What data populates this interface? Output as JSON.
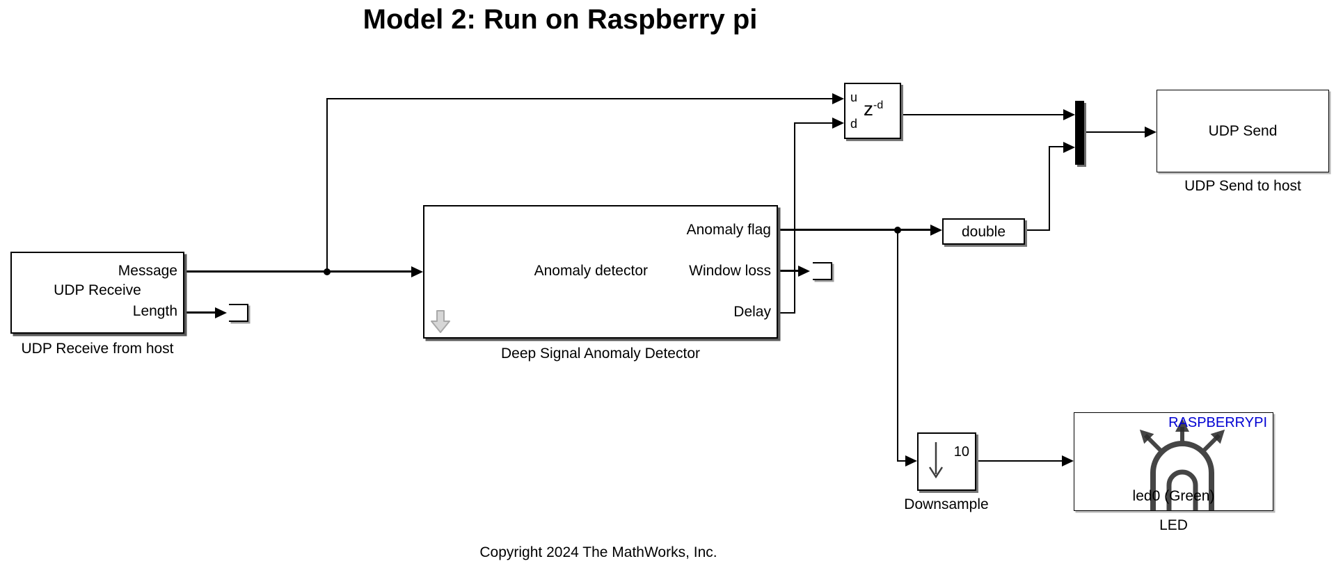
{
  "title": "Model 2: Run on Raspberry pi",
  "copyright": "Copyright 2024 The MathWorks, Inc.",
  "colors": {
    "wire": "#000000",
    "block_border": "#000000",
    "block_shadow": "#5a5a5a",
    "raspberry_blue": "#0000d2",
    "badge_gray": "#d6d6d6"
  },
  "icons": {
    "detector_badge": "download-arrow-icon",
    "downsample_glyph": "down-arrow-icon",
    "led_glyph": "led-bulb-radiating-arrows-icon"
  },
  "blocks": {
    "udp_receive": {
      "type_label": "UDP Receive",
      "port_message": "Message",
      "port_length": "Length",
      "caption": "UDP Receive from host"
    },
    "anomaly_detector": {
      "type_label": "Anomaly detector",
      "port_flag": "Anomaly flag",
      "port_window_loss": "Window loss",
      "port_delay": "Delay",
      "caption": "Deep Signal Anomaly Detector"
    },
    "variable_delay": {
      "port_u": "u",
      "port_d": "d",
      "symbol_base": "z",
      "symbol_exponent": "-d"
    },
    "data_type_conversion": {
      "type_label": "double"
    },
    "udp_send": {
      "type_label": "UDP Send",
      "caption": "UDP Send to host"
    },
    "downsample": {
      "factor": "10",
      "caption": "Downsample"
    },
    "led": {
      "board_tag": "RASPBERRYPI",
      "pin_label": "led0 (Green)",
      "caption": "LED"
    }
  }
}
